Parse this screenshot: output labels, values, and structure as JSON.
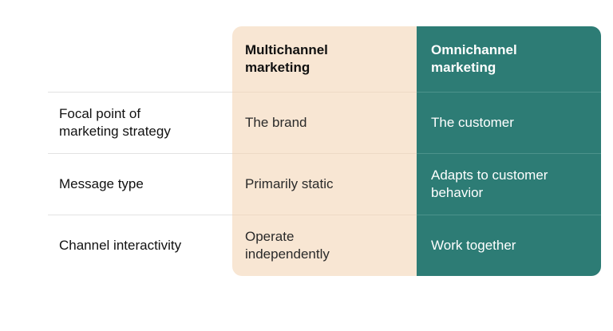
{
  "headers": {
    "multichannel": "Multichannel marketing",
    "omnichannel": "Omnichannel marketing"
  },
  "rows": [
    {
      "label": "Focal point of marketing strategy",
      "multichannel": "The brand",
      "omnichannel": "The customer"
    },
    {
      "label": "Message type",
      "multichannel": "Primarily static",
      "omnichannel": "Adapts to customer behavior"
    },
    {
      "label": "Channel interactivity",
      "multichannel": "Operate independently",
      "omnichannel": "Work together"
    }
  ],
  "colors": {
    "multichannel_bg": "#f8e6d3",
    "omnichannel_bg": "#2d7c75"
  }
}
